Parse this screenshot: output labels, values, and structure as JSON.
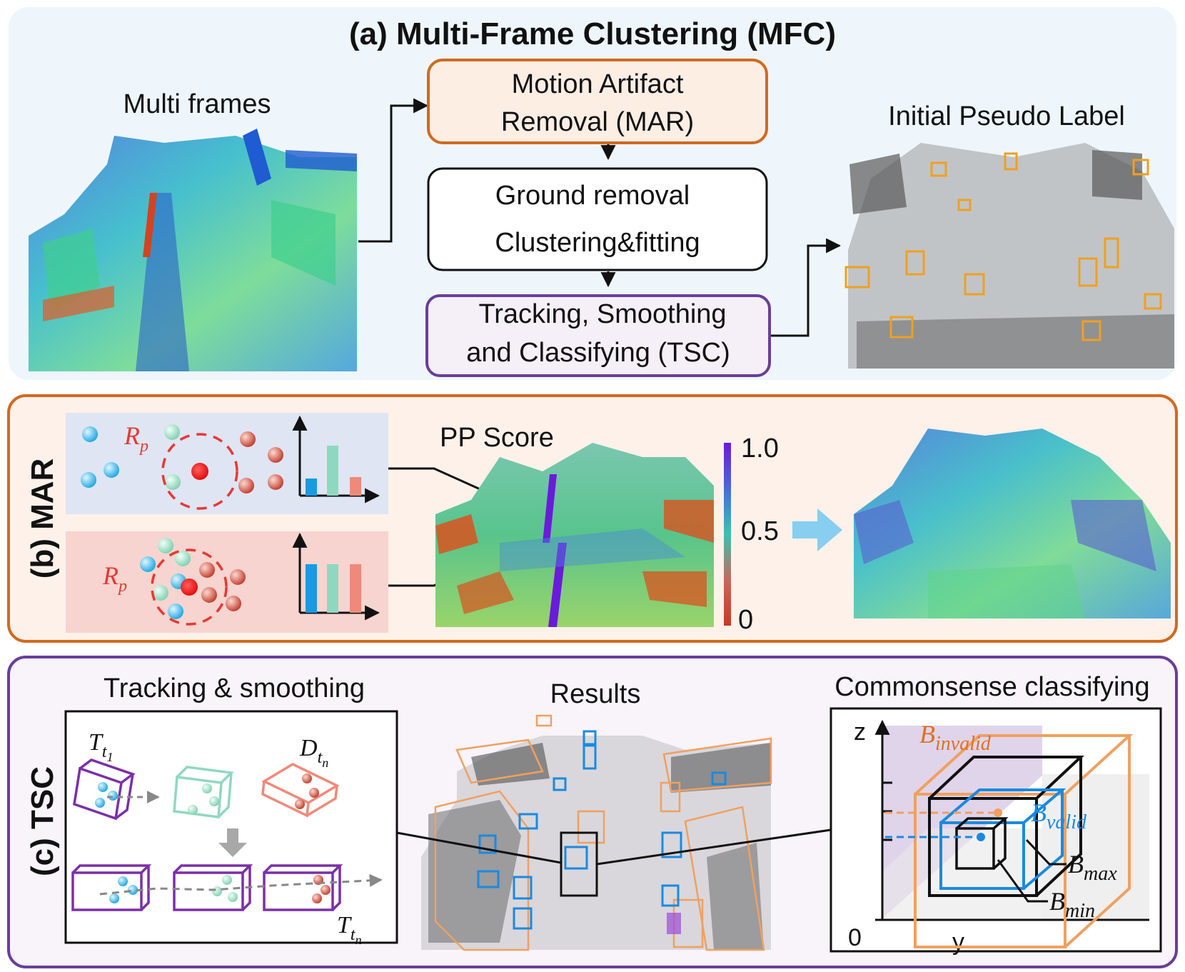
{
  "section_a": {
    "title": "(a) Multi-Frame Clustering (MFC)",
    "multi_frames_label": "Multi frames",
    "initial_label": "Initial Pseudo Label",
    "box_mar": [
      "Motion Artifact",
      "Removal (MAR)"
    ],
    "box_ground": [
      "Ground removal",
      "Clustering&fitting"
    ],
    "box_tsc": [
      "Tracking, Smoothing",
      "and Classifying (TSC)"
    ],
    "colors": {
      "mar_border": "#d2691e",
      "mar_fill": "#fdeee4",
      "tsc_border": "#6a3d9a",
      "tsc_fill": "#f5eff8"
    }
  },
  "section_b": {
    "side_label": "(b) MAR",
    "pp_score_label": "PP Score",
    "rp_label": "R",
    "rp_sub": "p",
    "colorbar_ticks": [
      "1.0",
      "0.5",
      "0"
    ]
  },
  "section_c": {
    "side_label": "(c) TSC",
    "tracking_title": "Tracking & smoothing",
    "results_title": "Results",
    "commonsense_title": "Commonsense classifying",
    "t_t1": {
      "main": "T",
      "sub": "t",
      "subsub": "1"
    },
    "d_tn": {
      "main": "D",
      "sub": "t",
      "subsub": "n"
    },
    "t_tn": {
      "main": "T",
      "sub": "t",
      "subsub": "n"
    },
    "b_invalid": {
      "main": "B",
      "sub": "invalid"
    },
    "b_valid": {
      "main": "B",
      "sub": "valid"
    },
    "b_max": {
      "main": "B",
      "sub": "max"
    },
    "b_min": {
      "main": "B",
      "sub": "min"
    },
    "axis_z": "z",
    "axis_y": "y",
    "axis_origin": "0"
  }
}
